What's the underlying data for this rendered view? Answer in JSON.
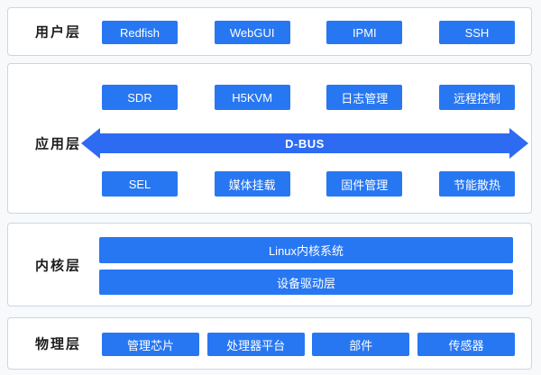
{
  "colors": {
    "block_blue": "#2777f2",
    "arrow_blue": "#2d6bf3",
    "section_border": "#c6d8e8",
    "label_text": "#1c1c1c"
  },
  "layers": [
    {
      "name": "用户层",
      "items": [
        "Redfish",
        "WebGUI",
        "IPMI",
        "SSH"
      ]
    },
    {
      "name": "应用层",
      "top_items": [
        "SDR",
        "H5KVM",
        "日志管理",
        "远程控制"
      ],
      "bus": "D-BUS",
      "bottom_items": [
        "SEL",
        "媒体挂载",
        "固件管理",
        "节能散热"
      ]
    },
    {
      "name": "内核层",
      "bars": [
        "Linux内核系统",
        "设备驱动层"
      ]
    },
    {
      "name": "物理层",
      "items": [
        "管理芯片",
        "处理器平台",
        "部件",
        "传感器"
      ]
    }
  ]
}
